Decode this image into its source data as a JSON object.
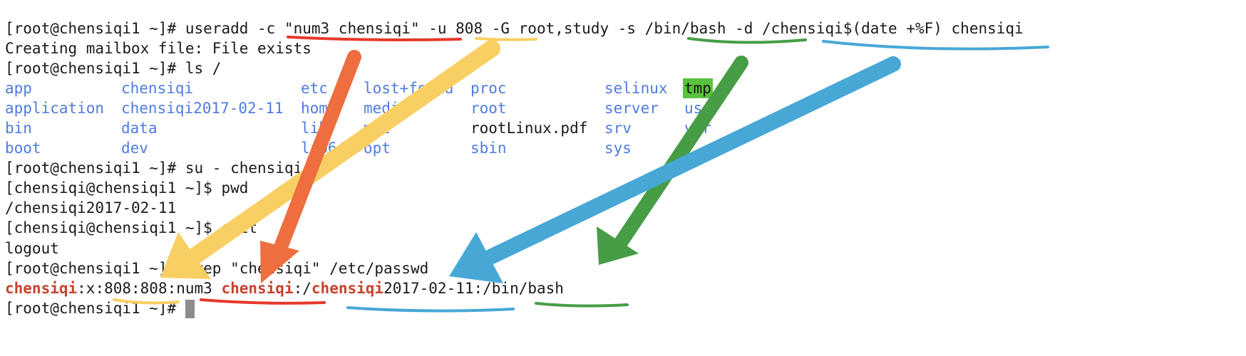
{
  "terminal": {
    "prompt_root": "[root@chensiqi1 ~]# ",
    "prompt_user": "[chensiqi@chensiqi1 ~]$ ",
    "cmd_useradd": "useradd -c \"num3 chensiqi\" -u 808 -G root,study -s /bin/bash -d /chensiqi$(date +%F) chensiqi",
    "out_mailbox": "Creating mailbox file: File exists",
    "cmd_ls": "ls /",
    "ls_rows": [
      [
        "app",
        "chensiqi",
        "etc",
        "lost+found",
        "proc",
        "selinux",
        "tmp"
      ],
      [
        "application",
        "chensiqi2017-02-11",
        "home",
        "media",
        "root",
        "server",
        "usr"
      ],
      [
        "bin",
        "data",
        "lib",
        "mnt",
        "rootLinux.pdf",
        "srv",
        "var"
      ],
      [
        "boot",
        "dev",
        "lib64",
        "opt",
        "sbin",
        "sys",
        ""
      ]
    ],
    "cmd_su": "su - chensiqi",
    "cmd_pwd": "pwd",
    "out_pwd": "/chensiqi2017-02-11",
    "cmd_exit": "exit",
    "out_logout": "logout",
    "cmd_grep": "grep \"chensiqi\" /etc/passwd",
    "passwd": {
      "user": "chensiqi",
      "sep1": ":x:808:808:num3 ",
      "comment_user": "chensiqi",
      "sep2": ":/",
      "home_user": "chensiqi",
      "home_date": "2017-02-11",
      "shell": ":/bin/bash"
    }
  },
  "annotation_colors": {
    "red": "#e5392a",
    "yellow": "#f8cf62",
    "green": "#469d45",
    "blue": "#47a8d6",
    "orange": "#ee6e40"
  }
}
